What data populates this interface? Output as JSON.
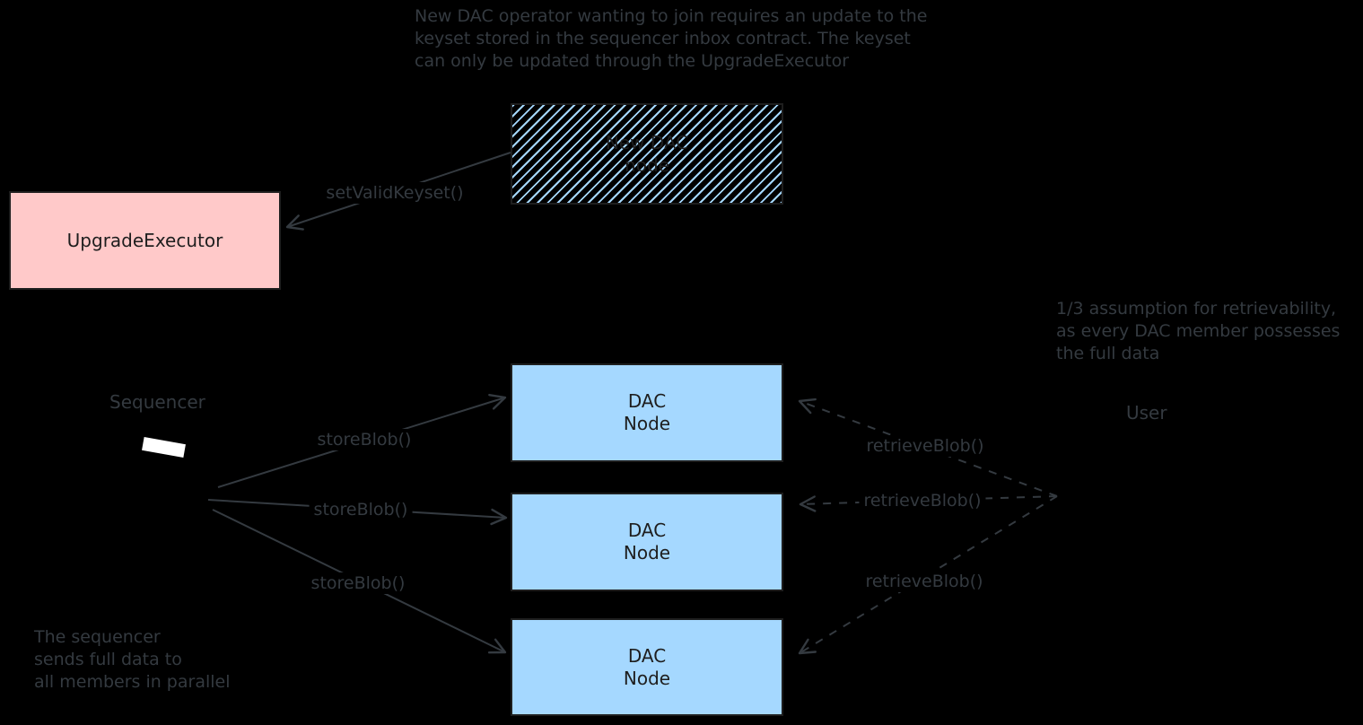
{
  "diagram": {
    "background": "#000000",
    "ink_color": "#343a40",
    "box_ink_color": "#1e1e1e",
    "notes": {
      "top": [
        "New DAC operator wanting to join requires an update to the",
        "keyset stored in the sequencer inbox contract. The keyset",
        "can only be updated through the UpgradeExecutor"
      ],
      "assumption": [
        "1/3 assumption for retrievability,",
        "as every DAC member possesses",
        "the full data"
      ],
      "parallel": [
        "The sequencer",
        "sends full data to",
        "all members in parallel"
      ]
    },
    "actors": {
      "sequencer": "Sequencer",
      "user": "User"
    },
    "boxes": {
      "upgrade_executor": {
        "label": "UpgradeExecutor",
        "fill": "#ffc9c9"
      },
      "new_dac_node": {
        "lines": [
          "New DAC",
          "node"
        ],
        "hatch_color": "#a5d8ff"
      },
      "dac_nodes": [
        {
          "lines": [
            "DAC",
            "Node"
          ],
          "fill": "#a5d8ff"
        },
        {
          "lines": [
            "DAC",
            "Node"
          ],
          "fill": "#a5d8ff"
        },
        {
          "lines": [
            "DAC",
            "Node"
          ],
          "fill": "#a5d8ff"
        }
      ]
    },
    "edges": {
      "set_valid_keyset": "setValidKeyset()",
      "store_blob": [
        "storeBlob()",
        "storeBlob()",
        "storeBlob()"
      ],
      "retrieve_blob": [
        "retrieveBlob()",
        "retrieveBlob()",
        "retrieveBlob()"
      ]
    }
  }
}
